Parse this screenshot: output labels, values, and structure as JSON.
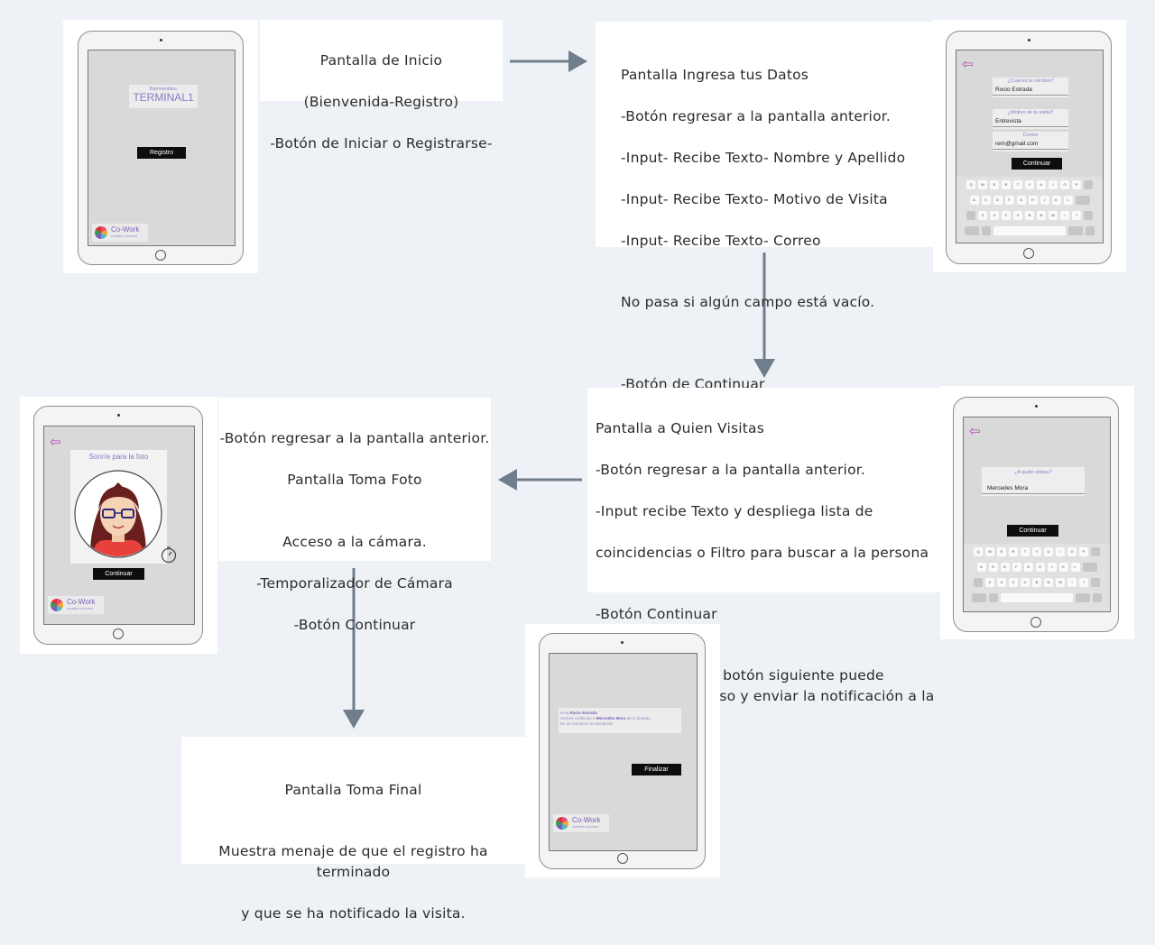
{
  "steps": {
    "inicio": {
      "title": "Pantalla de Inicio",
      "lines": [
        "(Bienvenida-Registro)",
        "-Botón de Iniciar o Registrarse-"
      ]
    },
    "datos": {
      "title": "Pantalla Ingresa tus Datos",
      "lines": [
        "-Botón regresar a la pantalla anterior.",
        "-Input- Recibe Texto- Nombre y Apellido",
        "-Input- Recibe Texto- Motivo de Visita",
        "-Input- Recibe Texto- Correo"
      ],
      "note": "No pasa si algún campo está vacío.",
      "last": "-Botón de Continuar"
    },
    "visitas": {
      "title": "Pantalla a Quien Visitas",
      "lines": [
        "-Botón regresar a la pantalla anterior.",
        "-Input recibe Texto y despliega lista de",
        "coincidencias o Filtro para buscar a la persona"
      ],
      "button": "-Botón Continuar",
      "note": "(En este punto el botón siguiente puede terminar el proceso y enviar la notificación a la persona)"
    },
    "foto": {
      "lines": [
        "-Botón regresar a la pantalla anterior.",
        "Pantalla Toma Foto",
        "",
        "Acceso a la cámara.",
        "-Temporalizador de Cámara",
        "-Botón Continuar"
      ]
    },
    "final": {
      "title": "Pantalla Toma Final",
      "lines": [
        "Muestra menaje de que el registro ha terminado",
        "y que se ha notificado la visita."
      ]
    }
  },
  "mockups": {
    "inicio": {
      "welcome": "Bienvenidos",
      "terminal": "TERMINAL1",
      "button": "Registro"
    },
    "logo": {
      "name": "Co-Work",
      "tagline": "creative connect"
    },
    "datos": {
      "fields": [
        {
          "label": "¿Cual es tu nombre?",
          "value": "Rocio Estrada"
        },
        {
          "label": "¿Motivo de tu visita?",
          "value": "Entrevista"
        },
        {
          "label": "Correo",
          "value": "rem@gmail.com"
        }
      ],
      "button": "Continuar"
    },
    "visitas": {
      "label": "¿A quién visitas?",
      "value": "Mercedes Mora",
      "button": "Continuar"
    },
    "foto": {
      "title": "Sonríe para la foto",
      "button": "Continuar"
    },
    "final": {
      "hello": "Hola",
      "name": "Rocio Estrada",
      "line2a": "Hemos notificado a",
      "person": "Mercedes Mora",
      "line2b": "de tu llegada",
      "line3": "En un momento te atenderán",
      "button": "Finalizar"
    },
    "keyboard": {
      "row1": [
        "Q",
        "W",
        "E",
        "R",
        "T",
        "Y",
        "U",
        "I",
        "O",
        "P"
      ],
      "row2": [
        "A",
        "S",
        "D",
        "F",
        "G",
        "H",
        "J",
        "K",
        "L"
      ],
      "row3": [
        "Z",
        "X",
        "C",
        "V",
        "B",
        "N",
        "M",
        "!",
        "?"
      ]
    }
  },
  "colors": {
    "arrow": "#6f7d8c",
    "accent": "#8c78c4",
    "back": "#b04bb8",
    "background": "#eef1f5"
  }
}
